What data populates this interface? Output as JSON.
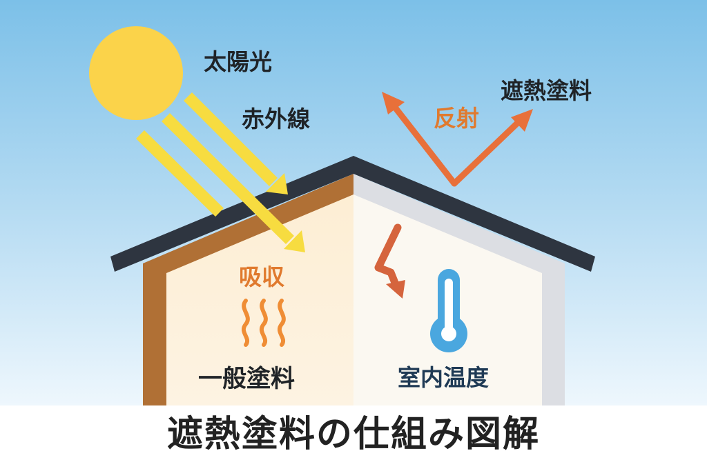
{
  "labels": {
    "sunlight": "太陽光",
    "infrared": "赤外線",
    "reflect": "反射",
    "heat_shield_paint": "遮熱塗料",
    "absorb": "吸収",
    "normal_paint": "一般塗料",
    "indoor_temp": "室内温度"
  },
  "caption": "遮熱塗料の仕組み図解",
  "icons": {
    "sun": "sun-icon",
    "heat": "heat-waves-icon",
    "thermometer": "thermometer-icon"
  },
  "colors": {
    "sky_top": "#7cc0e8",
    "sky_bottom": "#eaf5fc",
    "sun": "#fbd34a",
    "ray": "#f7dc40",
    "reflect": "#e8703a",
    "roof": "#2e3540",
    "wall_left": "#b07035",
    "wall_right": "#d9dbe0",
    "interior_left": "#fdf0d8",
    "interior_right": "#fbf8f0",
    "heat": "#ef8d35",
    "thermometer": "#4aa7df"
  }
}
